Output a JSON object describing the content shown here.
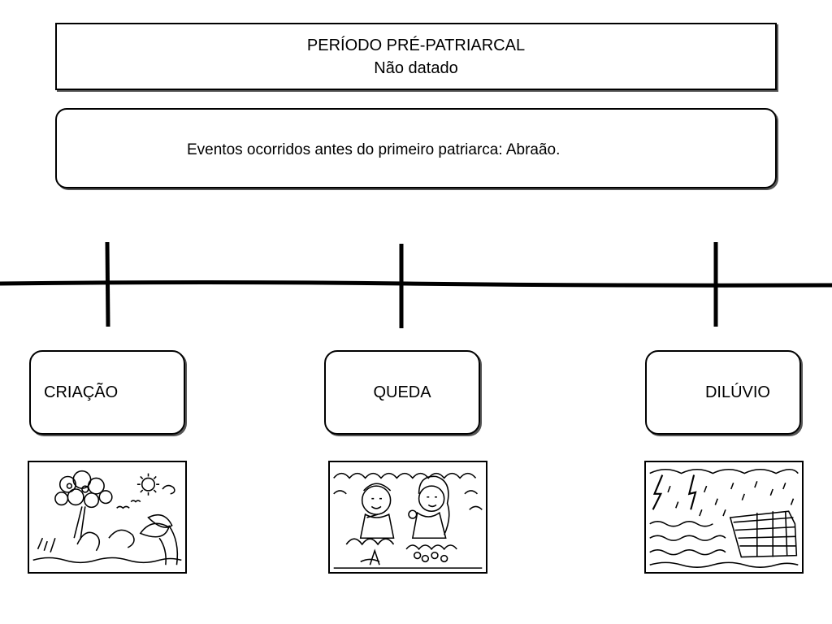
{
  "header": {
    "title": "PERÍODO PRÉ-PATRIARCAL",
    "subtitle": "Não datado"
  },
  "description": {
    "text": "Eventos ocorridos antes do primeiro patriarca: Abraão."
  },
  "events": [
    {
      "label": "CRIAÇÃO",
      "illustration": "creation-illustration"
    },
    {
      "label": "QUEDA",
      "illustration": "fall-illustration"
    },
    {
      "label": "DILÚVIO",
      "illustration": "flood-illustration"
    }
  ],
  "colors": {
    "line": "#000000",
    "background": "#ffffff"
  }
}
